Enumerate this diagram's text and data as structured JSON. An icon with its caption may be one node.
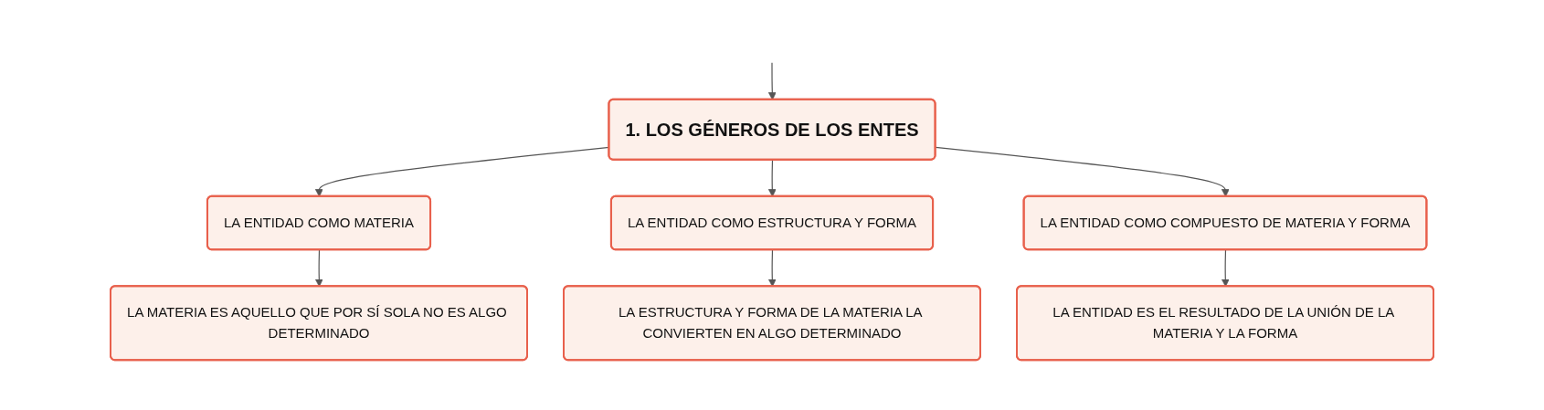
{
  "diagram": {
    "nodes": [
      {
        "text": [
          "1. LOS GÉNEROS DE LOS ENTES"
        ]
      },
      {
        "text": [
          "LA ENTIDAD COMO MATERIA"
        ]
      },
      {
        "text": [
          "LA ENTIDAD COMO ESTRUCTURA Y FORMA"
        ]
      },
      {
        "text": [
          "LA ENTIDAD COMO COMPUESTO DE MATERIA Y FORMA"
        ]
      },
      {
        "text": [
          "LA MATERIA ES AQUELLO QUE POR SÍ SOLA NO ES ALGO DETERMINADO"
        ]
      },
      {
        "text": [
          "LA ESTRUCTURA Y FORMA DE LA MATERIA LA CONVIERTEN EN ALGO DETERMINADO"
        ]
      },
      {
        "text": [
          "LA ENTIDAD ES EL RESULTADO DE LA UNIÓN DE LA MATERIA Y LA FORMA"
        ]
      }
    ],
    "edges": [
      {
        "from": null,
        "to": 0,
        "arrow": "to"
      },
      {
        "from": 0,
        "to": 1,
        "arrow": "to"
      },
      {
        "from": 0,
        "to": 2,
        "arrow": "to"
      },
      {
        "from": 0,
        "to": 3,
        "arrow": "to"
      },
      {
        "from": 1,
        "to": 4,
        "arrow": "to"
      },
      {
        "from": 2,
        "to": 5,
        "arrow": "to"
      },
      {
        "from": 3,
        "to": 6,
        "arrow": "to"
      }
    ]
  }
}
